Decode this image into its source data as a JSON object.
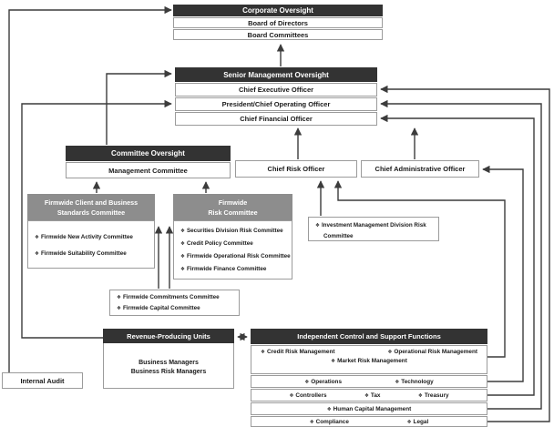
{
  "diagram": {
    "bullet": "❖",
    "colors": {
      "header_dark": "#333333",
      "header_gray": "#8d8d8d",
      "connector": "#3c3c3c",
      "border": "#9b9b9b"
    },
    "corporate_oversight": {
      "title": "Corporate Oversight",
      "rows": [
        "Board of Directors",
        "Board Committees"
      ]
    },
    "senior_management": {
      "title": "Senior Management Oversight",
      "rows": [
        "Chief Executive Officer",
        "President/Chief Operating Officer",
        "Chief Financial Officer"
      ]
    },
    "committee_oversight": {
      "title": "Committee Oversight",
      "rows": [
        "Management Committee"
      ]
    },
    "chief_risk_officer": "Chief Risk Officer",
    "chief_administrative_officer": "Chief Administrative Officer",
    "firmwide_client_business": {
      "title_lines": [
        "Firmwide Client and Business",
        "Standards Committee"
      ],
      "items": [
        "Firmwide New Activity Committee",
        "Firmwide Suitability Committee"
      ]
    },
    "firmwide_risk": {
      "title_lines": [
        "Firmwide",
        "Risk Committee"
      ],
      "items": [
        "Securities Division Risk Committee",
        "Credit Policy Committee",
        "Firmwide Operational Risk Committee",
        "Firmwide Finance Committee"
      ]
    },
    "investment_mgmt": {
      "items": [
        "Investment Management Division Risk Committee"
      ]
    },
    "commitments": {
      "items": [
        "Firmwide Commitments Committee",
        "Firmwide Capital Committee"
      ]
    },
    "revenue_units": {
      "title": "Revenue-Producing Units",
      "lines": [
        "Business Managers",
        "Business Risk Managers"
      ]
    },
    "independent_control": {
      "title": "Independent Control and Support Functions",
      "row1": [
        "Credit Risk Management",
        "Operational Risk Management"
      ],
      "row1b": [
        "Market Risk Management"
      ],
      "row2": [
        "Operations",
        "Technology"
      ],
      "row3": [
        "Controllers",
        "Tax",
        "Treasury"
      ],
      "row4": [
        "Human Capital Management"
      ],
      "row5": [
        "Compliance",
        "Legal"
      ]
    },
    "internal_audit": "Internal Audit"
  }
}
